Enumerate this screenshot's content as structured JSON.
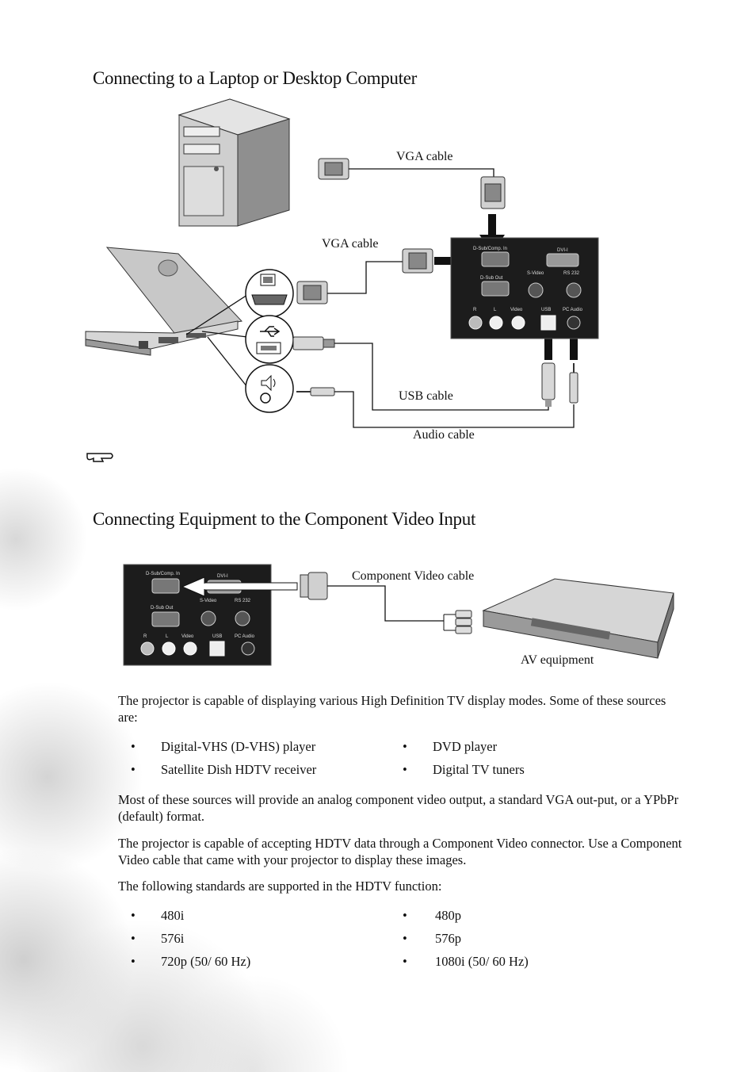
{
  "section1": {
    "title": "Connecting to a Laptop or Desktop Computer",
    "labels": {
      "vga_cable_top": "VGA cable",
      "vga_cable_mid": "VGA cable",
      "usb_cable": "USB cable",
      "audio_cable": "Audio cable"
    },
    "panel_labels": {
      "dsub_in": "D-Sub/Comp. In",
      "dvi": "DVI-I",
      "dsub_out": "D-Sub Out",
      "svideo": "S-Video",
      "rs232": "RS 232",
      "r": "R",
      "l": "L",
      "video": "Video",
      "usb": "USB",
      "pc_audio": "PC Audio"
    }
  },
  "section2": {
    "title": "Connecting Equipment to the Component Video Input",
    "labels": {
      "component_cable": "Component Video cable",
      "av_equipment": "AV equipment"
    }
  },
  "body": {
    "p1": "The projector is capable of displaying various High Definition TV display modes. Some of these sources are:",
    "sources": [
      "Digital-VHS (D-VHS) player",
      "DVD player",
      "Satellite Dish HDTV receiver",
      "Digital TV tuners"
    ],
    "p2": "Most of these sources will provide an analog component video output, a standard VGA out-put, or a YPbPr (default) format.",
    "p3": "The projector is capable of accepting HDTV data through a Component Video connector. Use a Component Video cable that came with your projector to display these images.",
    "p4": "The following standards are supported in the HDTV function:",
    "standards": [
      "480i",
      "480p",
      "576i",
      "576p",
      "720p (50/ 60 Hz)",
      "1080i (50/ 60 Hz)"
    ]
  },
  "icons": [
    "note-hand-icon",
    "monitor-port-icon",
    "usb-icon",
    "speaker-icon"
  ]
}
